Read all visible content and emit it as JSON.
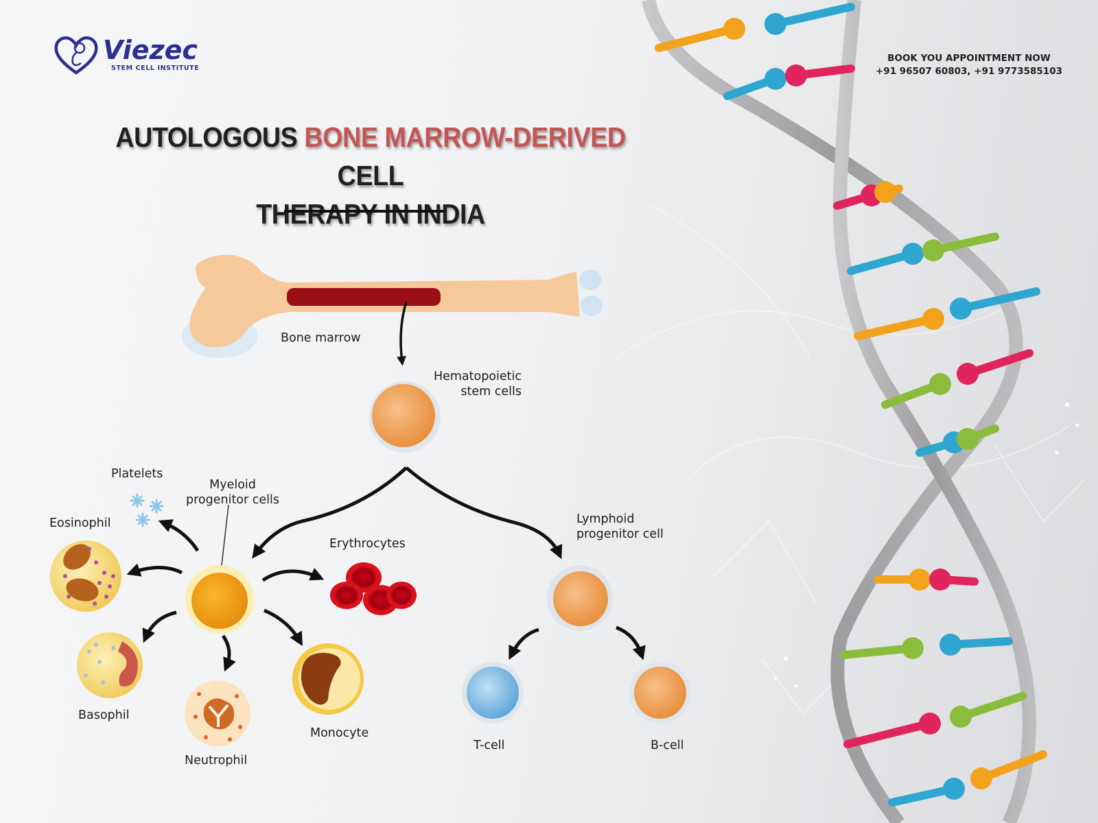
{
  "brand": {
    "name": "Viezec",
    "tagline": "STEM CELL INSTITUTE",
    "color": "#2b2f8f"
  },
  "contact": {
    "cta": "BOOK YOU APPOINTMENT NOW",
    "phones": "+91 96507 60803, +91 9773585103"
  },
  "title": {
    "part1": "AUTOLOGOUS ",
    "accent": "BONE MARROW-DERIVED",
    "part2": " CELL",
    "line2": "THERAPY IN INDIA",
    "accent_color": "#c45555"
  },
  "diagram": {
    "source": "Bone marrow",
    "stem": [
      "Hematopoietic",
      "stem cells"
    ],
    "myeloid": [
      "Myeloid",
      "progenitor cells"
    ],
    "lymphoid": [
      "Lymphoid",
      "progenitor cell"
    ],
    "myeloid_outputs": {
      "platelets": "Platelets",
      "eosinophil": "Eosinophil",
      "erythrocytes": "Erythrocytes",
      "basophil": "Basophil",
      "neutrophil": "Neutrophil",
      "monocyte": "Monocyte"
    },
    "lymphoid_outputs": {
      "tcell": "T-cell",
      "bcell": "B-cell"
    }
  },
  "decor": {
    "dna_colors": [
      "#f3a21c",
      "#2fa6d0",
      "#e0245e",
      "#8cbc3c"
    ],
    "backbone": "#a9a9ab"
  }
}
